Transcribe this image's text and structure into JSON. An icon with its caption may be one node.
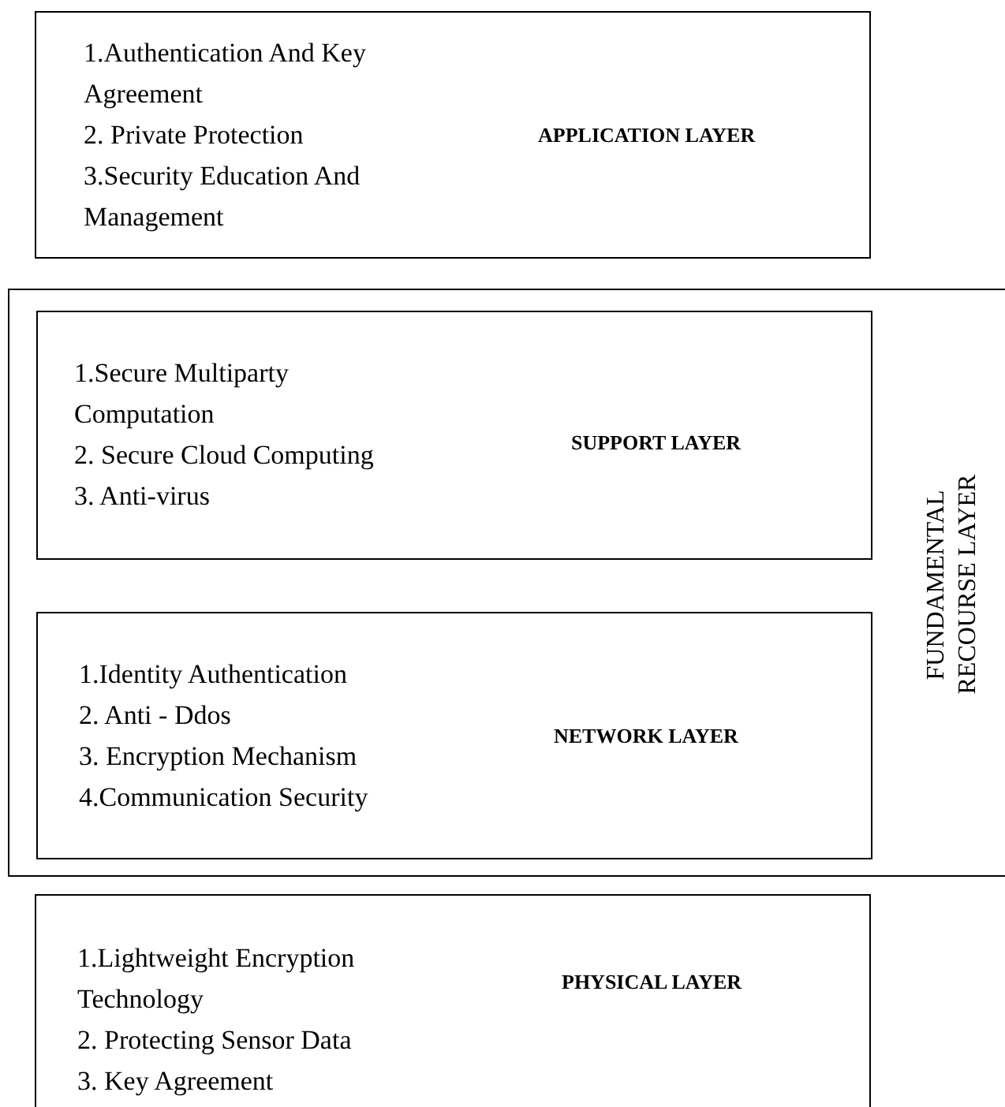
{
  "diagram": {
    "nodes": [
      {
        "text": [
          "1.Authentication And Key Agreement",
          "2. Private Protection",
          "3.Security Education And Management",
          "APPLICATION LAYER"
        ]
      },
      {
        "text": [
          "FUNDAMENTAL RECOURSE LAYER"
        ]
      },
      {
        "text": [
          "1.Secure Multiparty Computation",
          "2. Secure Cloud Computing",
          "3. Anti-virus",
          "SUPPORT LAYER"
        ],
        "in": 1
      },
      {
        "text": [
          "1.Identity Authentication",
          "2. Anti - Ddos",
          "3. Encryption Mechanism",
          "4.Communication Security",
          "NETWORK LAYER"
        ],
        "in": 1
      },
      {
        "text": [
          "1.Lightweight Encryption Technology",
          "2. Protecting Sensor Data",
          "3. Key Agreement",
          "PHYSICAL LAYER"
        ]
      }
    ]
  }
}
